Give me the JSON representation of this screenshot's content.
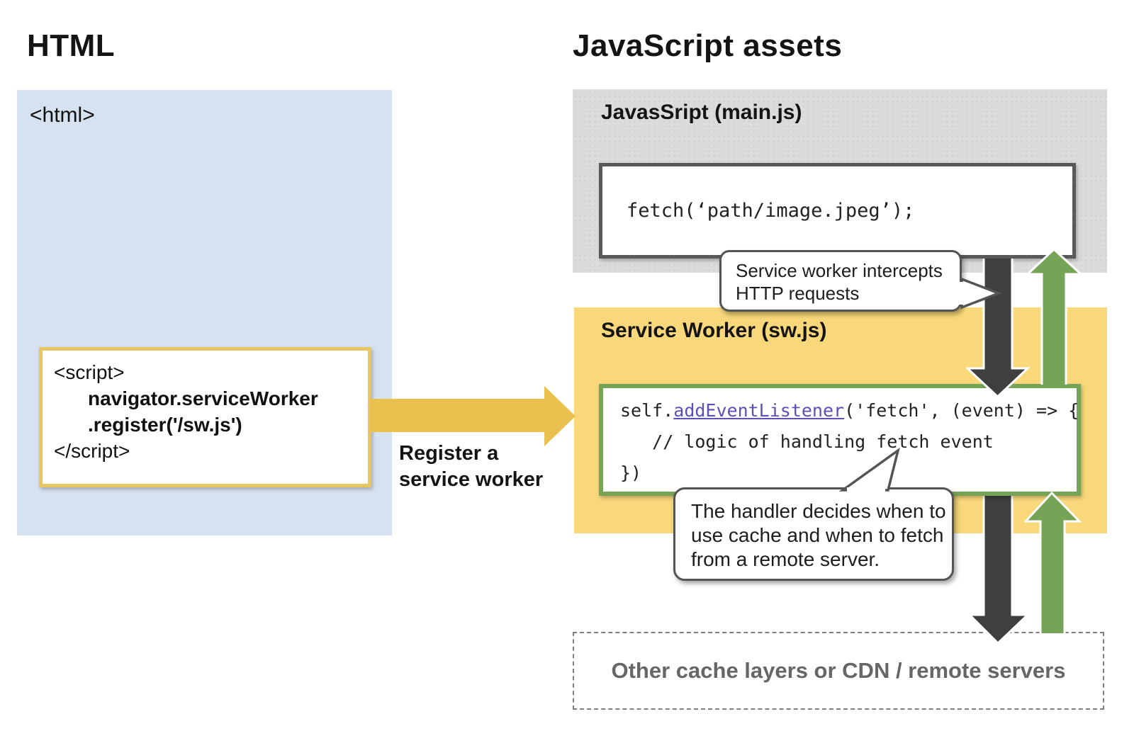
{
  "left": {
    "heading": "HTML",
    "html_tag": "<html>",
    "script_code": {
      "line1": "<script>",
      "line2": "navigator.serviceWorker",
      "line3": ".register('/sw.js')",
      "line4": "</script>"
    },
    "register_label": {
      "line1": "Register a",
      "line2": "service worker"
    }
  },
  "right": {
    "heading": "JavaScript assets",
    "mainjs": {
      "title": "JavasSript (main.js)",
      "code": "fetch(‘path/image.jpeg’);"
    },
    "service_worker": {
      "title": "Service Worker (sw.js)",
      "code_line1_pre": "self.",
      "code_line1_keyword": "addEventListener",
      "code_line1_post": "('fetch', (event) => {",
      "code_line2": "   // logic of handling fetch event",
      "code_line3": "})"
    },
    "bubble_intercept": {
      "line1": "Service worker intercepts",
      "line2": "HTTP requests"
    },
    "bubble_handler": {
      "line1": "The handler decides when to",
      "line2": "use cache and when to fetch",
      "line3": "from a remote server."
    },
    "other_layers_label": "Other cache layers or CDN / remote servers"
  },
  "colors": {
    "blue_panel": "#D7E2F0",
    "gray_panel": "#DCDCDA",
    "yellow_panel": "#F8D87A",
    "yellow_arrow": "#EAC14E",
    "gold_border": "#E8C55F",
    "dark_arrow": "#3E4040",
    "green_arrow": "#76A457",
    "keyword_purple": "#5A50B5",
    "bubble_border": "#545454"
  }
}
